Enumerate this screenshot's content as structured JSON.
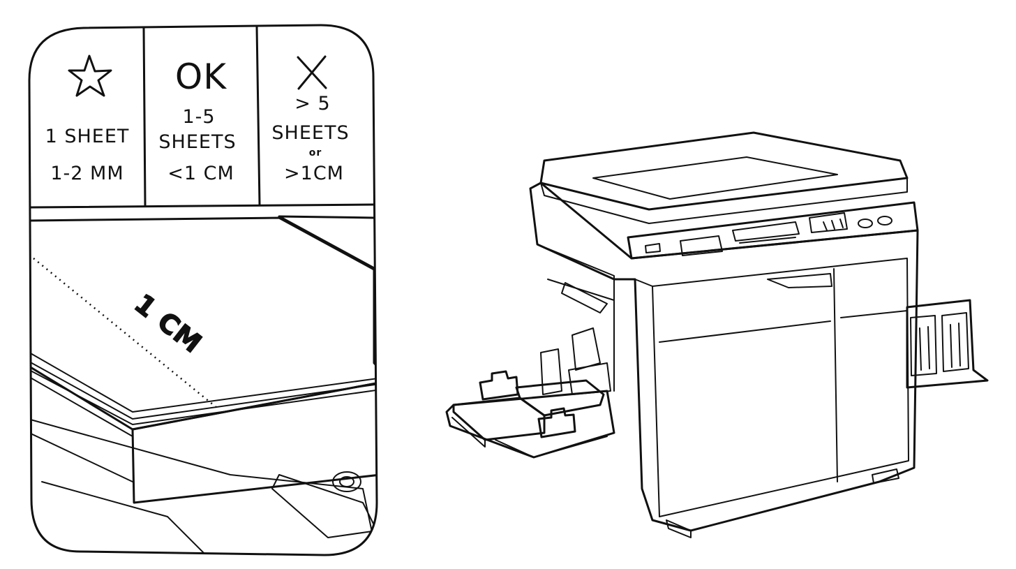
{
  "legend": {
    "columns": [
      {
        "icon": "star-icon",
        "lines": [
          "1 SHEET",
          "1-2 MM"
        ]
      },
      {
        "heading": "OK",
        "lines": [
          "1-5",
          "SHEETS",
          "<1 CM"
        ]
      },
      {
        "icon": "x-mark-icon",
        "lines": [
          "> 5",
          "SHEETS",
          "or",
          ">1CM"
        ]
      }
    ]
  },
  "tray_label": "1 CM",
  "colors": {
    "paper_stack": "#fbb016",
    "feed_sheet": "#7ba3d9",
    "guide": "#f07aab",
    "outline": "#111111",
    "background": "#ffffff"
  }
}
